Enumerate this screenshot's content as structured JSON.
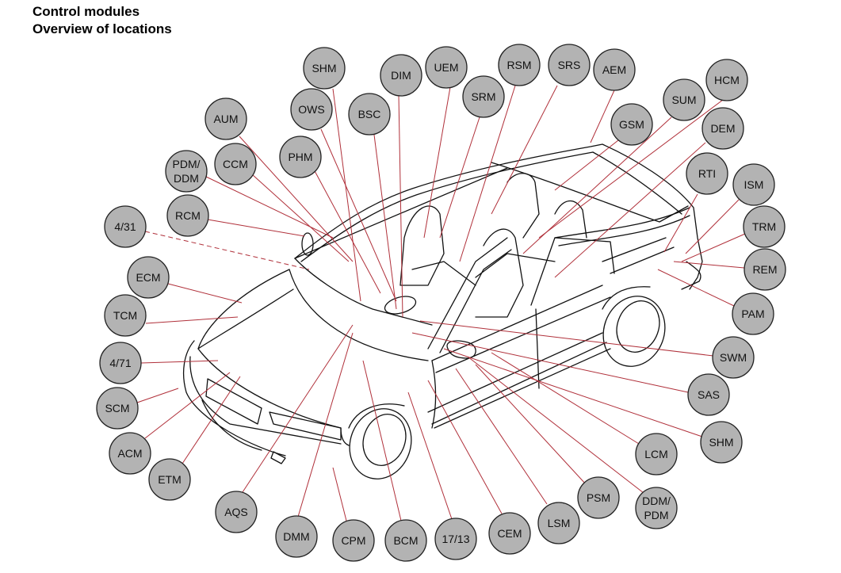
{
  "header": {
    "title": "Control modules",
    "subtitle": "Overview of locations"
  },
  "diagram": {
    "subject": "car-cutaway",
    "leader_color": "#b0303a",
    "bubble_fill": "#b3b3b3",
    "modules": [
      {
        "id": "shm-top",
        "label": "SHM"
      },
      {
        "id": "dim",
        "label": "DIM"
      },
      {
        "id": "uem",
        "label": "UEM"
      },
      {
        "id": "rsm",
        "label": "RSM"
      },
      {
        "id": "srs",
        "label": "SRS"
      },
      {
        "id": "aem",
        "label": "AEM"
      },
      {
        "id": "hcm",
        "label": "HCM"
      },
      {
        "id": "srm",
        "label": "SRM"
      },
      {
        "id": "ows",
        "label": "OWS"
      },
      {
        "id": "bsc",
        "label": "BSC"
      },
      {
        "id": "aum",
        "label": "AUM"
      },
      {
        "id": "sum",
        "label": "SUM"
      },
      {
        "id": "gsm",
        "label": "GSM"
      },
      {
        "id": "dem",
        "label": "DEM"
      },
      {
        "id": "phm",
        "label": "PHM"
      },
      {
        "id": "pdm-ddm",
        "label": "PDM/ DDM"
      },
      {
        "id": "ccm",
        "label": "CCM"
      },
      {
        "id": "rti",
        "label": "RTI"
      },
      {
        "id": "ism",
        "label": "ISM"
      },
      {
        "id": "rcm",
        "label": "RCM"
      },
      {
        "id": "4-31",
        "label": "4/31"
      },
      {
        "id": "trm",
        "label": "TRM"
      },
      {
        "id": "rem",
        "label": "REM"
      },
      {
        "id": "ecm",
        "label": "ECM"
      },
      {
        "id": "pam",
        "label": "PAM"
      },
      {
        "id": "tcm",
        "label": "TCM"
      },
      {
        "id": "swm",
        "label": "SWM"
      },
      {
        "id": "4-71",
        "label": "4/71"
      },
      {
        "id": "sas",
        "label": "SAS"
      },
      {
        "id": "scm",
        "label": "SCM"
      },
      {
        "id": "shm-right",
        "label": "SHM"
      },
      {
        "id": "acm",
        "label": "ACM"
      },
      {
        "id": "lcm",
        "label": "LCM"
      },
      {
        "id": "etm",
        "label": "ETM"
      },
      {
        "id": "psm",
        "label": "PSM"
      },
      {
        "id": "ddm-pdm",
        "label": "DDM/ PDM"
      },
      {
        "id": "aqs",
        "label": "AQS"
      },
      {
        "id": "lsm",
        "label": "LSM"
      },
      {
        "id": "dmm",
        "label": "DMM"
      },
      {
        "id": "cpm",
        "label": "CPM"
      },
      {
        "id": "bcm",
        "label": "BCM"
      },
      {
        "id": "17-13",
        "label": "17/13"
      },
      {
        "id": "cem",
        "label": "CEM"
      }
    ]
  }
}
